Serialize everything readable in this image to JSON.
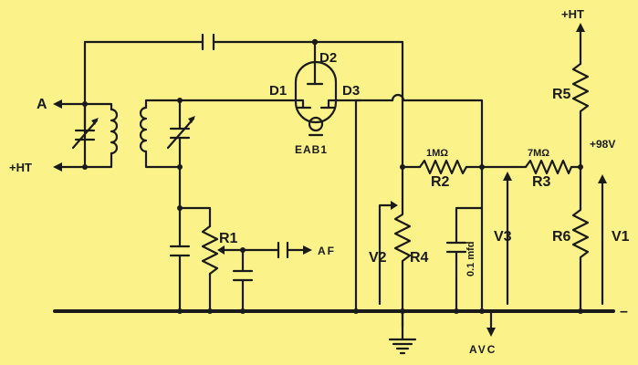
{
  "colors": {
    "background": "#fbf38a",
    "ink": "#1a1a1a"
  },
  "labels": {
    "ht_top": "+HT",
    "ht_left": "+HT",
    "antenna": "A",
    "d1": "D1",
    "d2": "D2",
    "d3": "D3",
    "valve": "EAB1",
    "r1": "R1",
    "af": "AF",
    "r2_value": "1MΩ",
    "r2": "R2",
    "r3_value": "7MΩ",
    "r3": "R3",
    "voltage": "+98V",
    "r5": "R5",
    "r6": "R6",
    "v1": "V1",
    "v2": "V2",
    "r4": "R4",
    "v3": "V3",
    "cap_value": "0.1 mfd",
    "avc": "AVC",
    "minus": "–"
  }
}
